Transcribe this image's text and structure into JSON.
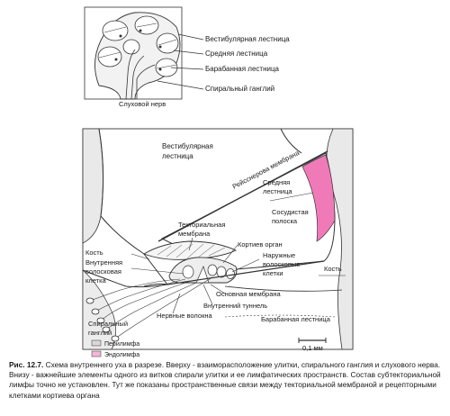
{
  "top_diagram": {
    "labels": {
      "vestibular": "Вестибулярная лестница",
      "middle": "Средняя лестница",
      "tympanic": "Барабанная лестница",
      "ganglion": "Спиральный ганглий",
      "nerve": "Слуховой нерв"
    }
  },
  "main_diagram": {
    "labels": {
      "vestibular": "Вестибулярная лестница",
      "reissner": "Рейсснерова мембрана",
      "middle": "Средняя лестница",
      "stria": "Сосудистая полоска",
      "tectorial": "Текториальная мембрана",
      "corti": "Кортиев орган",
      "outer_hair": "Наружные волосковые клетки",
      "bone_left": "Кость",
      "bone_right": "Кость",
      "inner_hair": "Внутренняя волосковая клетка",
      "basilar": "Основная мембрана",
      "tunnel": "Внутренний туннель",
      "nerve_fibers": "Нервные волокна",
      "ganglion": "Спиральный ганглий",
      "perilymph": "Перилимфа",
      "endolymph": "Эндолимфа",
      "tympanic": "Барабанная лестница",
      "scale": "0,1 мм"
    },
    "colors": {
      "stria": "#f07ab8",
      "perilymph_swatch": "#d8d8d8",
      "endolymph_swatch": "#f6b6d6"
    }
  },
  "caption": {
    "label": "Рис. 12.7.",
    "text": "Схема внутреннего уха в разрезе. Вверху - взаиморасположение улитки, спирального ганглия и слухового нерва. Внизу - важнейшие элементы одного из витков спирали улитки и ее лимфатических пространств. Состав субтекториальной лимфы точно не установлен. Тут же показаны пространственные связи между текториальной мембраной и рецепторными клетками кортиева органа"
  }
}
